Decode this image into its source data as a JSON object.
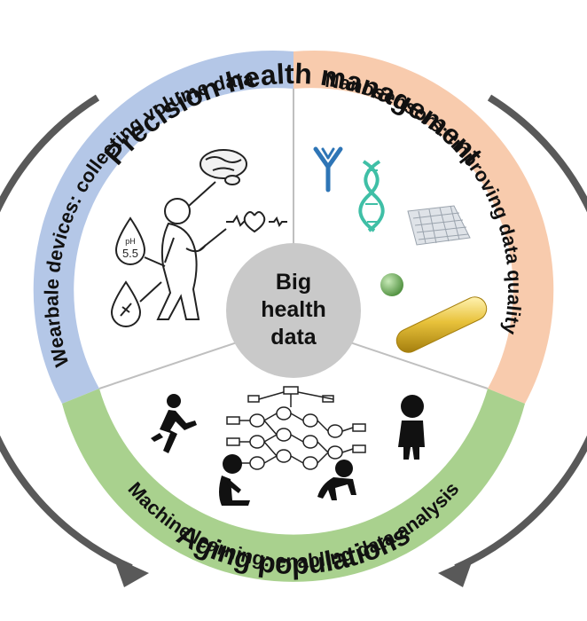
{
  "outer": {
    "top_label": "Precision health management",
    "bottom_label": "Aging populations"
  },
  "center": {
    "line1": "Big",
    "line2": "health",
    "line3": "data"
  },
  "segments": {
    "wearable": {
      "label": "Wearbale devices: collecting volume data",
      "color": "#b4c7e7"
    },
    "nano": {
      "label": "Nanosensors: improving data quality",
      "color": "#f8cbad"
    },
    "ml": {
      "label": "Machine learning: enabling data analysis",
      "color": "#a9d18e"
    }
  },
  "icons": {
    "drop_ph_text": "5.5"
  },
  "colors": {
    "arrow": "#595959",
    "center_circle": "#c9c9c9",
    "divider": "#bfbfbf",
    "gold_rod": "#e3b934",
    "green_sphere": "#6cae5a",
    "antibody": "#2e75b6",
    "dna": "#3fbfa6"
  }
}
